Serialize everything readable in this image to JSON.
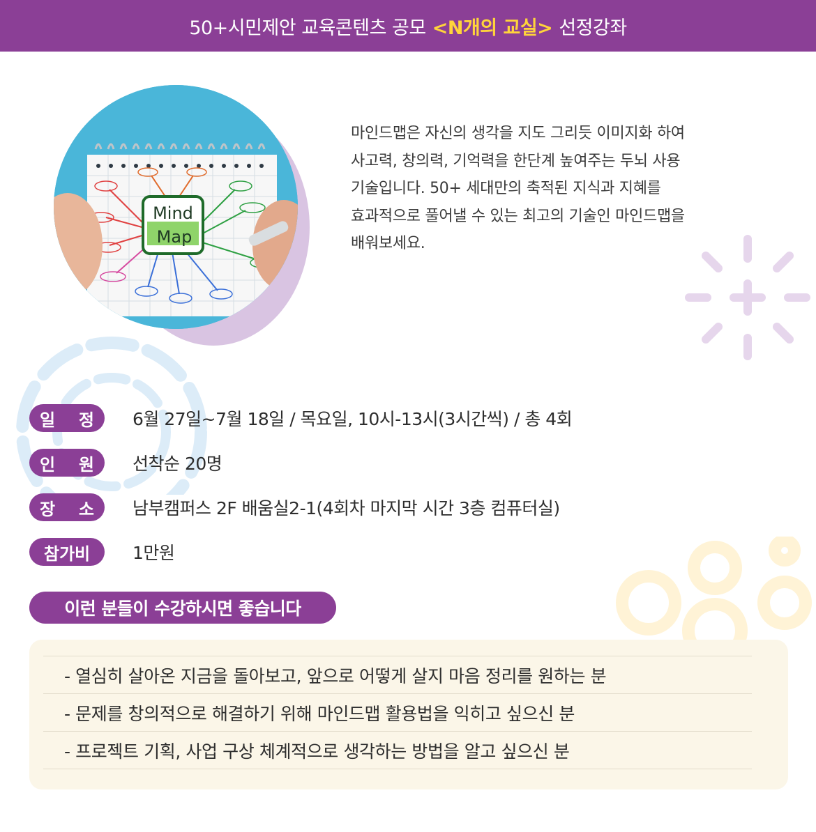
{
  "header": {
    "prefix": "50+시민제안 교육콘텐츠 공모",
    "highlight": "<N개의 교실>",
    "suffix": "선정강좌"
  },
  "photo": {
    "notebook_text_line1": "Mind",
    "notebook_text_line2": "Map"
  },
  "intro": "마인드맵은 자신의 생각을 지도 그리듯 이미지화 하여\n사고력, 창의력, 기억력을 한단계 높여주는 두뇌 사용\n기술입니다. 50+ 세대만의 축적된 지식과 지혜를\n효과적으로 풀어낼 수 있는 최고의 기술인 마인드맵을\n배워보세요.",
  "info": [
    {
      "label_a": "일",
      "label_b": "정",
      "value": "6월 27일~7월 18일 / 목요일, 10시-13시(3시간씩) / 총 4회"
    },
    {
      "label_a": "인",
      "label_b": "원",
      "value": "선착순 20명"
    },
    {
      "label_a": "장",
      "label_b": "소",
      "value": "남부캠퍼스 2F 배움실2-1(4회차 마지막 시간 3층 컴퓨터실)"
    },
    {
      "label": "참가비",
      "value": "1만원"
    }
  ],
  "target": {
    "title": "이런 분들이 수강하시면 좋습니다",
    "items": [
      "- 열심히 살아온 지금을 돌아보고, 앞으로 어떻게 살지 마음 정리를 원하는 분",
      "- 문제를 창의적으로 해결하기 위해 마인드맵 활용법을 익히고 싶으신 분",
      "- 프로젝트 기획, 사업 구상 체계적으로 생각하는 방법을 알고 싶으신 분"
    ]
  },
  "colors": {
    "brand_purple": "#8b3f96",
    "highlight_yellow": "#ffd43b",
    "target_box_bg": "#fbf6e8"
  }
}
